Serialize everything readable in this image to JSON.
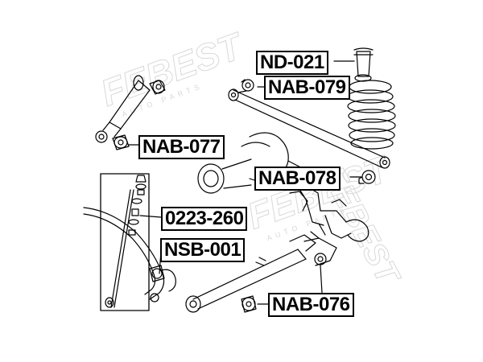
{
  "parts": [
    {
      "code": "ND-021"
    },
    {
      "code": "NAB-079"
    },
    {
      "code": "NAB-077"
    },
    {
      "code": "NAB-078"
    },
    {
      "code": "0223-260"
    },
    {
      "code": "NSB-001"
    },
    {
      "code": "NAB-076"
    }
  ],
  "watermark": {
    "brand": "FEBEST",
    "tagline": "AUTO PARTS"
  }
}
